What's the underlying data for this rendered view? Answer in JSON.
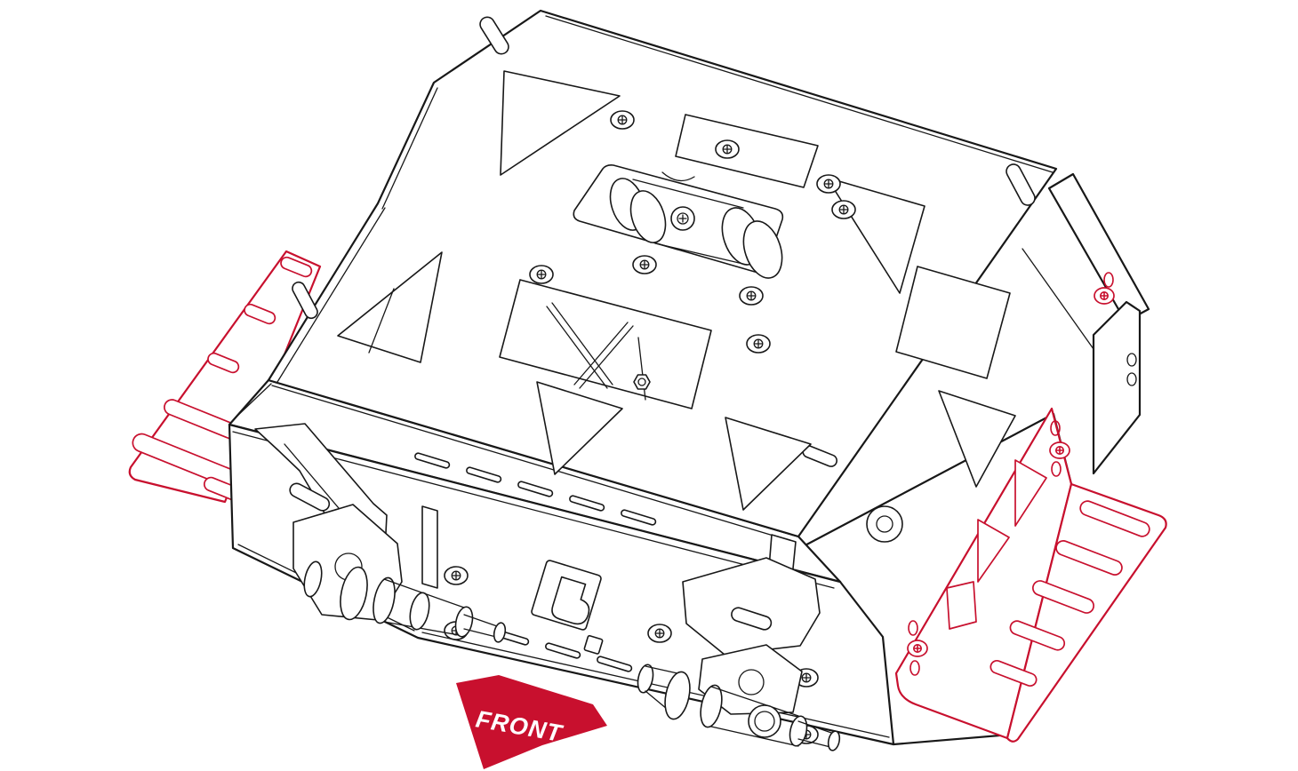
{
  "scene": {
    "front_label": "FRONT"
  },
  "icons": {
    "front_arrow": "front-direction-arrow",
    "brand_mark": "brand-logo-mark",
    "screws": "phillips-screw-head",
    "highlight_left": "left-mounting-bracket-highlight",
    "highlight_right": "right-mounting-bracket-highlight"
  },
  "colors": {
    "background": "#ffffff",
    "line": "#181818",
    "accent": "#c8102e",
    "label": "#ffffff"
  }
}
